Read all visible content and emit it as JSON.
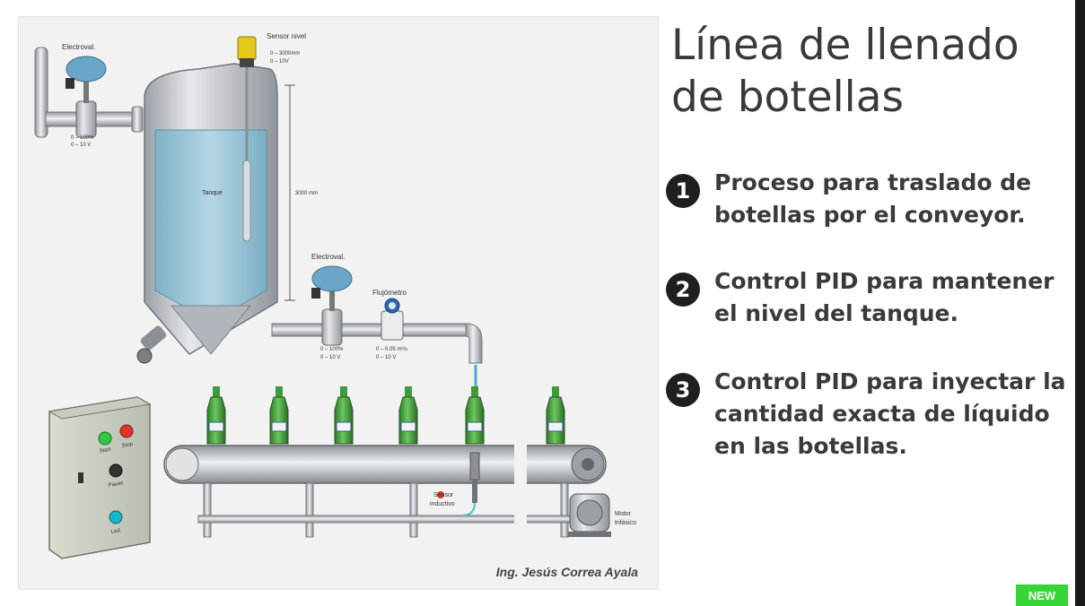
{
  "slide": {
    "title": "Línea de llenado de botellas",
    "points": [
      {
        "num": "1",
        "text": "Proceso para traslado de botellas por el conveyor."
      },
      {
        "num": "2",
        "text": "Control PID para mantener el nivel del tanque."
      },
      {
        "num": "3",
        "text": "Control PID para inyectar la cantidad exacta de líquido en las botellas."
      }
    ],
    "badge": "NEW"
  },
  "diagram": {
    "valve_inlet_label": "Electroval.",
    "valve_inlet_range_pct": "0 – 100%",
    "valve_inlet_range_v": "0 – 10 V",
    "sensor_level_label": "Sensor nivel",
    "sensor_level_range_mm": "0 – 3000mm",
    "sensor_level_range_v": "0 – 10V",
    "tank_label": "Tanque",
    "tank_height": "3000 mm",
    "valve_outlet_label": "Electroval.",
    "valve_outlet_range_pct": "0 – 100%",
    "valve_outlet_range_v": "0 – 10 V",
    "flowmeter_label": "Flujómetro",
    "flowmeter_range": "0 – 0.05 m³/s",
    "flowmeter_range_v": "0 – 10 V",
    "panel_start": "Start",
    "panel_stop": "Stop",
    "panel_pause": "Pause",
    "panel_led": "Led",
    "inductive_sensor_label": "Sensor inductivo",
    "motor_label": "Motor trifásico",
    "author": "Ing. Jesús Correa Ayala"
  },
  "colors": {
    "water": "#a9cfdf",
    "tank_metal": "#c9ced3",
    "bottle_green": "#3f9a3a",
    "actuator_blue": "#6aa6c8",
    "start_green": "#2ecc40",
    "stop_red": "#e0342b",
    "led_cyan": "#19b5c9",
    "badge_green": "#36d436"
  }
}
